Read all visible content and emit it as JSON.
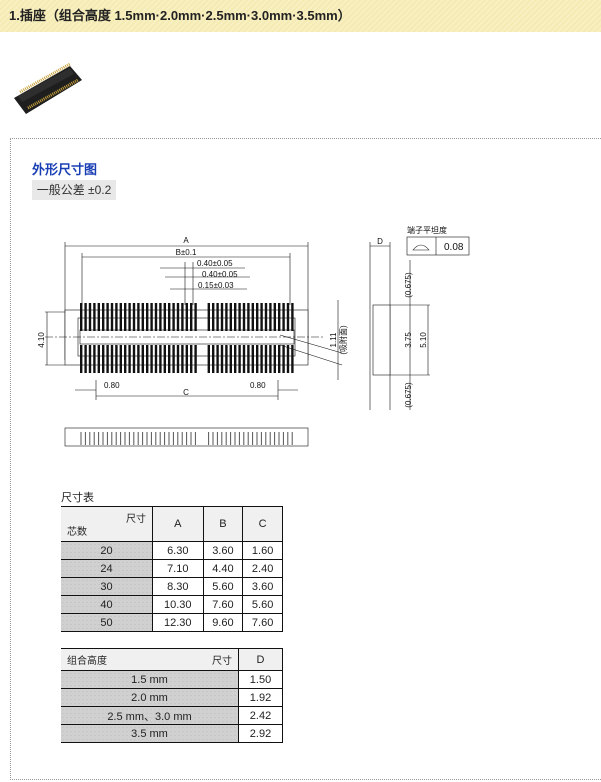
{
  "header": {
    "title": "1.插座（组合高度 1.5mm·2.0mm·2.5mm·3.0mm·3.5mm）"
  },
  "section": {
    "title": "外形尺寸图",
    "tolerance": "一般公差 ±0.2"
  },
  "drawing": {
    "dims": {
      "A": "A",
      "B": "B±0.1",
      "p1": "0.40±0.05",
      "p2": "0.40±0.05",
      "p3": "0.15±0.03",
      "h": "4.10",
      "c1": "0.80",
      "c2": "0.80",
      "C": "C",
      "d111": "1.11",
      "suction": "(吸附面)",
      "D": "D",
      "s1": "(0.675)",
      "s2": "3.75",
      "s3": "5.10",
      "s4": "(0.675)"
    },
    "flatness": {
      "label": "端子平坦度",
      "value": "0.08"
    }
  },
  "table1": {
    "label": "尺寸表",
    "corner_top": "尺寸",
    "corner_bottom": "芯数",
    "columns": [
      "A",
      "B",
      "C"
    ],
    "rows": [
      [
        "20",
        "6.30",
        "3.60",
        "1.60"
      ],
      [
        "24",
        "7.10",
        "4.40",
        "2.40"
      ],
      [
        "30",
        "8.30",
        "5.60",
        "3.60"
      ],
      [
        "40",
        "10.30",
        "7.60",
        "5.60"
      ],
      [
        "50",
        "12.30",
        "9.60",
        "7.60"
      ]
    ]
  },
  "table2": {
    "corner_top": "尺寸",
    "corner_bottom": "组合高度",
    "columns": [
      "D"
    ],
    "rows": [
      [
        "1.5 mm",
        "1.50"
      ],
      [
        "2.0 mm",
        "1.92"
      ],
      [
        "2.5 mm、3.0 mm",
        "2.42"
      ],
      [
        "3.5 mm",
        "2.92"
      ]
    ]
  }
}
